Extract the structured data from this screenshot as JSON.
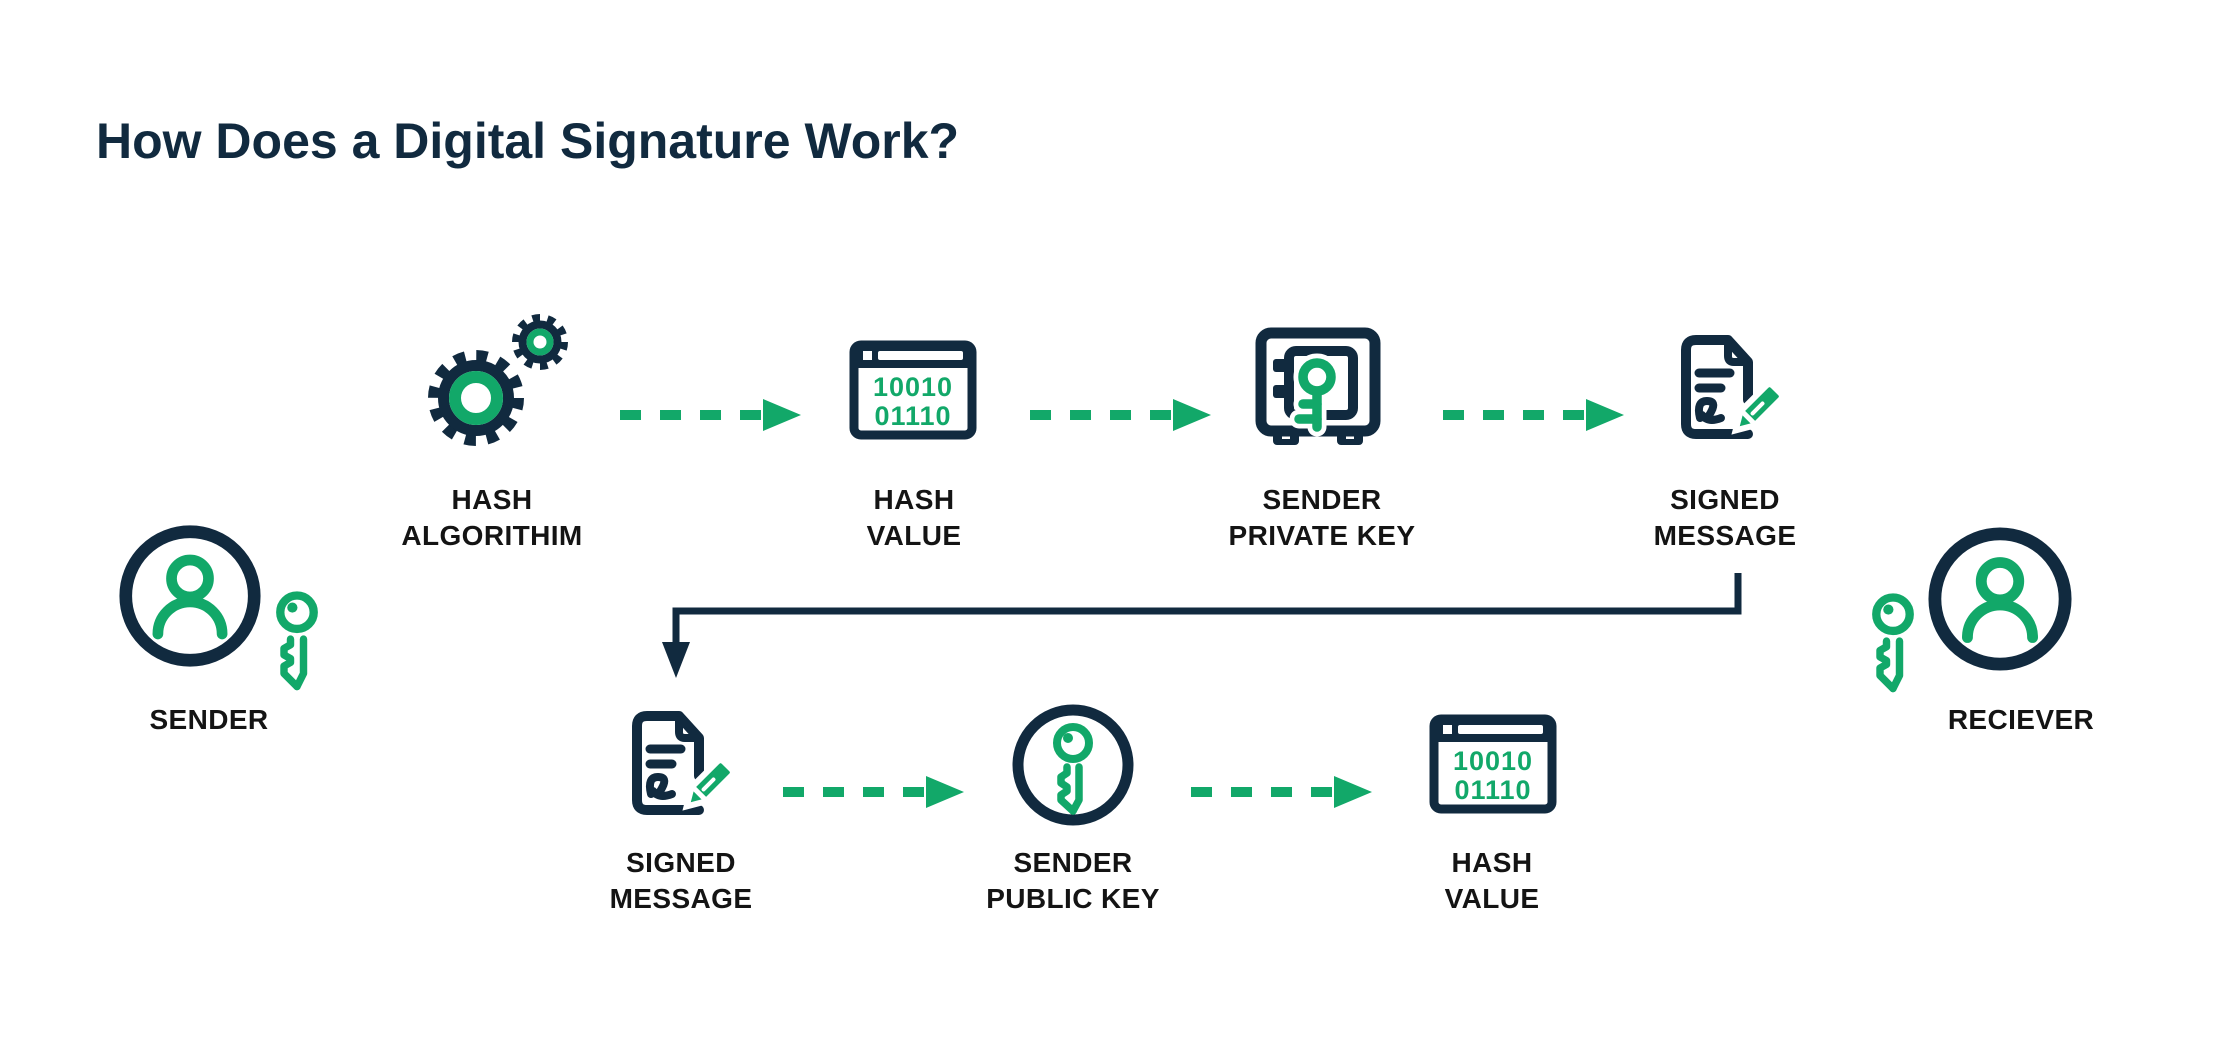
{
  "title": "How Does a Digital Signature Work?",
  "colors": {
    "navy": "#112A3F",
    "green": "#12A869",
    "label_text": "#141414",
    "background": "#FFFFFF"
  },
  "nodes": {
    "sender": {
      "label": "SENDER"
    },
    "receiver": {
      "label": "RECIEVER"
    },
    "hash_algorithm": {
      "line1": "HASH",
      "line2": "ALGORITHIM"
    },
    "hash_value_top": {
      "line1": "HASH",
      "line2": "VALUE",
      "binary1": "10010",
      "binary2": "01110"
    },
    "sender_private_key": {
      "line1": "SENDER",
      "line2": "PRIVATE KEY"
    },
    "signed_message_top": {
      "line1": "SIGNED",
      "line2": "MESSAGE"
    },
    "signed_message_bottom": {
      "line1": "SIGNED",
      "line2": "MESSAGE"
    },
    "sender_public_key": {
      "line1": "SENDER",
      "line2": "PUBLIC KEY"
    },
    "hash_value_bottom": {
      "line1": "HASH",
      "line2": "VALUE",
      "binary1": "10010",
      "binary2": "01110"
    }
  }
}
